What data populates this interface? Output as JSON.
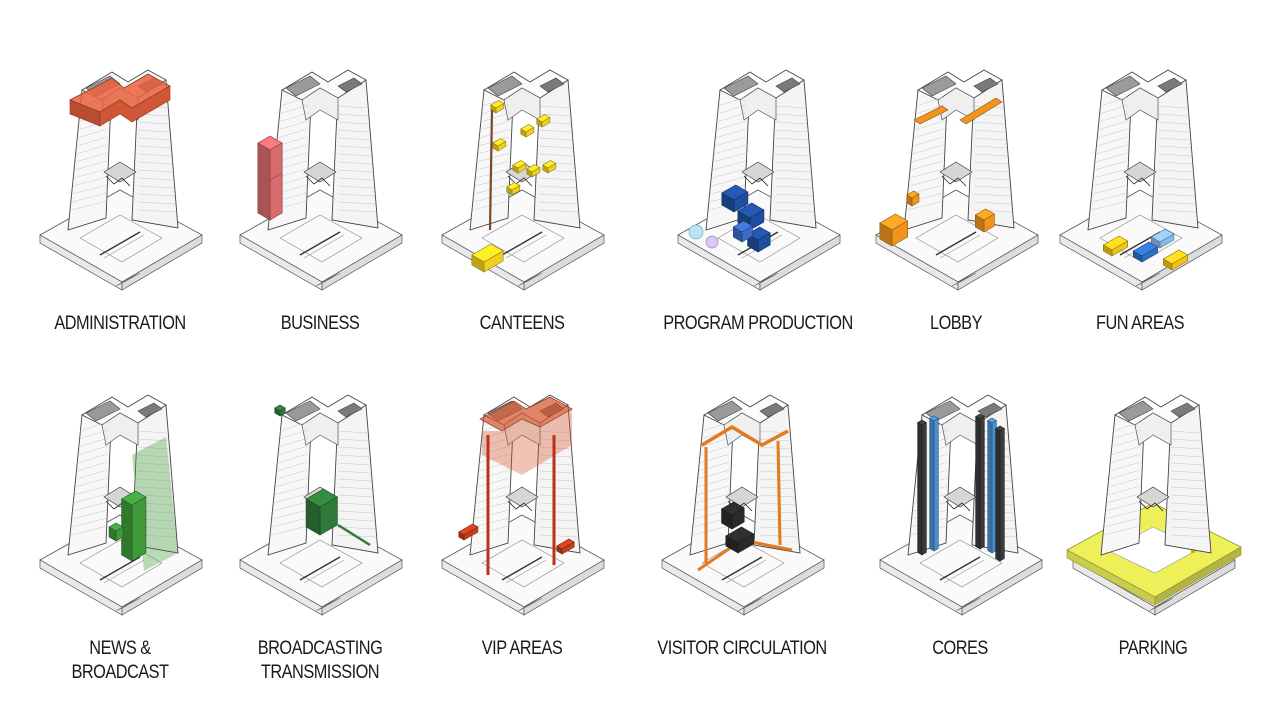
{
  "diagram": {
    "panels": [
      {
        "id": "administration",
        "label": "ADMINISTRATION",
        "color": "#e8603c",
        "program": "top"
      },
      {
        "id": "business",
        "label": "BUSINESS",
        "color": "#d96a6e",
        "program": "tower"
      },
      {
        "id": "canteens",
        "label": "CANTEENS",
        "color": "#f2d020",
        "program": "scattered"
      },
      {
        "id": "program-production",
        "label": "PROGRAM PRODUCTION",
        "color": "#1f4e9e",
        "program": "base-blocks"
      },
      {
        "id": "lobby",
        "label": "LOBBY",
        "color": "#f0941e",
        "program": "lobby"
      },
      {
        "id": "fun-areas",
        "label": "FUN AREAS",
        "color": "#f2c419",
        "program": "fun"
      },
      {
        "id": "news-broadcast",
        "label": "NEWS &\nBROADCAST",
        "color": "#3f9a3a",
        "program": "right-tower"
      },
      {
        "id": "broadcasting-transmission",
        "label": "BROADCASTING\nTRANSMISSION",
        "color": "#2f7a3a",
        "program": "mid-block"
      },
      {
        "id": "vip-areas",
        "label": "VIP AREAS",
        "color": "#d4522a",
        "program": "vip"
      },
      {
        "id": "visitor-circulation",
        "label": "VISITOR CIRCULATION",
        "color": "#e27a1f",
        "program": "circulation"
      },
      {
        "id": "cores",
        "label": "CORES",
        "color": "#4a8fd0",
        "program": "cores"
      },
      {
        "id": "parking",
        "label": "PARKING",
        "color": "#eef05a",
        "program": "parking"
      }
    ]
  }
}
